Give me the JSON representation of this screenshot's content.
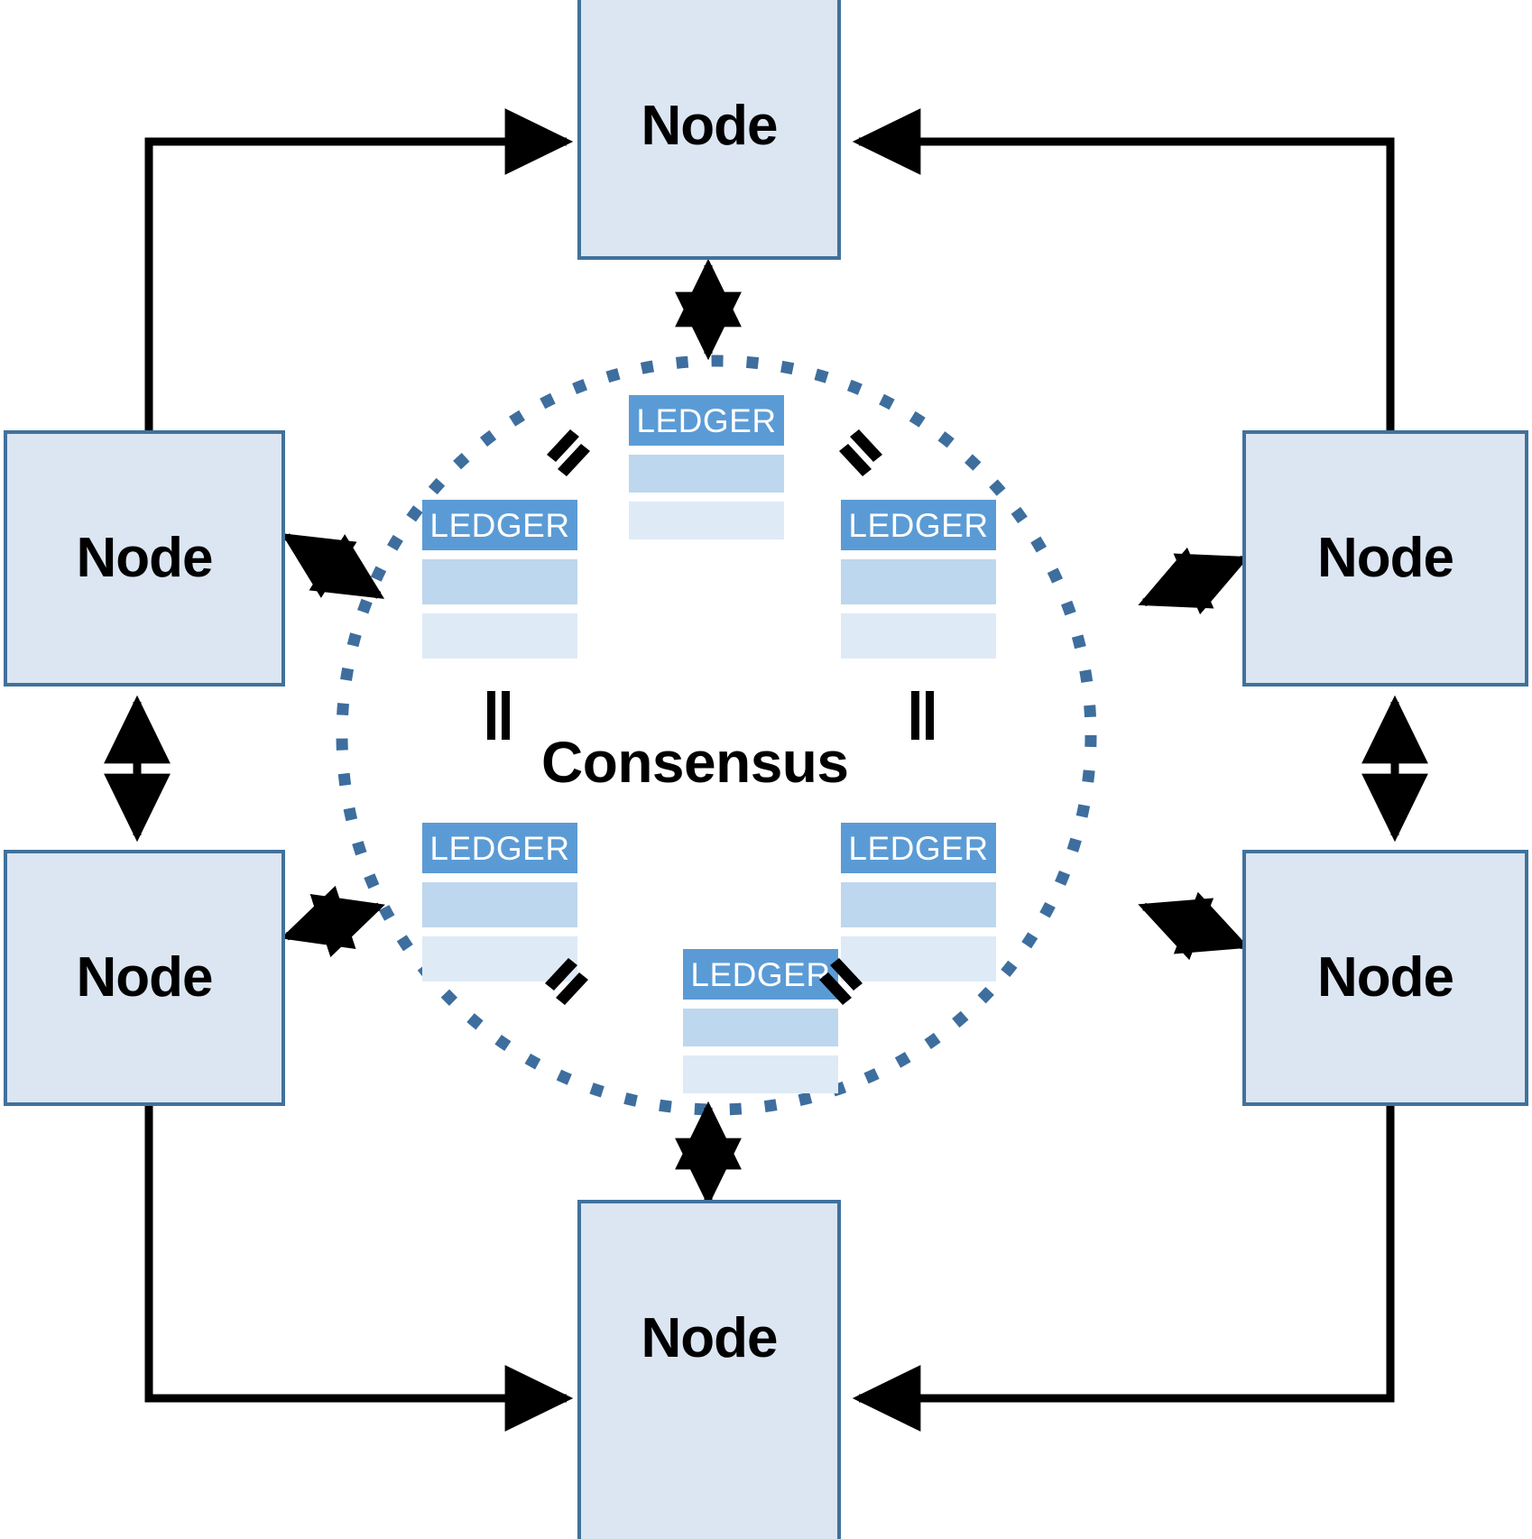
{
  "diagram": {
    "title_text": "Consensus",
    "colors": {
      "node_fill": "#DCE6F2",
      "node_border": "#41719C",
      "ledger_header": "#5B9BD5",
      "ledger_row_dark": "#BDD7EE",
      "ledger_row_light": "#DEEAF6",
      "circle_stroke": "#3E6E9E",
      "arrow": "#000000",
      "text": "#000000"
    },
    "nodes": [
      {
        "id": "node-top",
        "label": "Node"
      },
      {
        "id": "node-left-upper",
        "label": "Node"
      },
      {
        "id": "node-left-lower",
        "label": "Node"
      },
      {
        "id": "node-right-upper",
        "label": "Node"
      },
      {
        "id": "node-right-lower",
        "label": "Node"
      },
      {
        "id": "node-bottom",
        "label": "Node"
      }
    ],
    "ledgers": [
      {
        "id": "ledger-top",
        "label": "LEDGER"
      },
      {
        "id": "ledger-upper-left",
        "label": "LEDGER"
      },
      {
        "id": "ledger-upper-right",
        "label": "LEDGER"
      },
      {
        "id": "ledger-lower-left",
        "label": "LEDGER"
      },
      {
        "id": "ledger-lower-right",
        "label": "LEDGER"
      },
      {
        "id": "ledger-bottom",
        "label": "LEDGER"
      }
    ],
    "equals_marks": [
      {
        "id": "equals-upper-left",
        "symbol": "="
      },
      {
        "id": "equals-upper-right",
        "symbol": "="
      },
      {
        "id": "equals-mid-left",
        "symbol": "="
      },
      {
        "id": "equals-mid-right",
        "symbol": "="
      },
      {
        "id": "equals-lower-left",
        "symbol": "="
      },
      {
        "id": "equals-lower-right",
        "symbol": "="
      }
    ],
    "connections": [
      {
        "id": "conn-left-to-top",
        "type": "single-arrow"
      },
      {
        "id": "conn-right-to-top",
        "type": "single-arrow"
      },
      {
        "id": "conn-left-to-bottom",
        "type": "single-arrow"
      },
      {
        "id": "conn-right-to-bottom",
        "type": "single-arrow"
      },
      {
        "id": "conn-top-to-circle",
        "type": "double-arrow"
      },
      {
        "id": "conn-bottom-to-circle",
        "type": "double-arrow"
      },
      {
        "id": "conn-leftupper-to-circle",
        "type": "double-arrow"
      },
      {
        "id": "conn-leftlower-to-circle",
        "type": "double-arrow"
      },
      {
        "id": "conn-rightupper-to-circle",
        "type": "double-arrow"
      },
      {
        "id": "conn-rightlower-to-circle",
        "type": "double-arrow"
      },
      {
        "id": "conn-leftupper-leftlower",
        "type": "double-arrow"
      },
      {
        "id": "conn-rightupper-rightlower",
        "type": "double-arrow"
      }
    ]
  }
}
